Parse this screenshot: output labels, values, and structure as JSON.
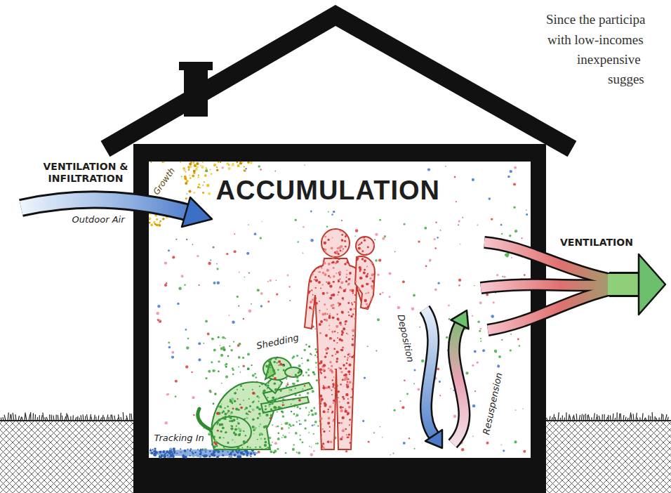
{
  "diagram": {
    "labels": [
      "Since the participa",
      "with low-incomes",
      "inexpensive",
      "sugges",
      "Growth",
      "ACCUMULATION",
      "VENTILATION & INFILTRATION",
      "Outdoor Air",
      "VENTILATION",
      "Shedding",
      "Deposition",
      "Resuspension",
      "Tracking In"
    ]
  }
}
